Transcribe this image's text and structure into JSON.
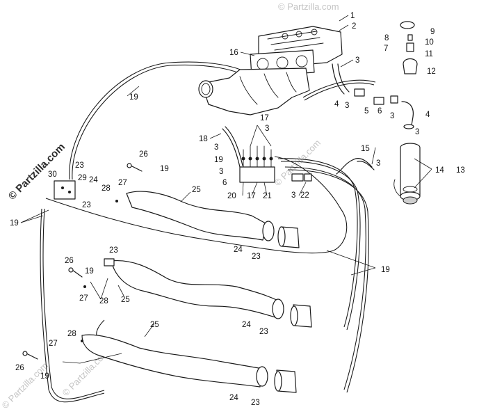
{
  "watermark": {
    "text": "© Partzilla.com",
    "main_text": "© Partzilla.com"
  },
  "callouts": [
    "1",
    "2",
    "3",
    "4",
    "5",
    "6",
    "7",
    "8",
    "9",
    "10",
    "11",
    "12",
    "13",
    "14",
    "15",
    "16",
    "17",
    "18",
    "19",
    "20",
    "21",
    "22",
    "23",
    "24",
    "25",
    "26",
    "27",
    "28",
    "29",
    "30"
  ]
}
